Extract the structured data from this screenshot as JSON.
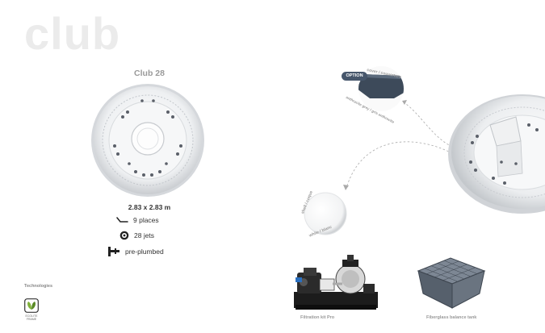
{
  "brand": {
    "title": "club"
  },
  "product": {
    "name": "Club 28",
    "dimensions": "2.83 x 2.83 m",
    "specs": [
      {
        "icon": "seat-icon",
        "text": "9 places"
      },
      {
        "icon": "jet-icon",
        "text": "28 jets"
      },
      {
        "icon": "plumbing-icon",
        "text": "pre-plumbed"
      }
    ]
  },
  "option": {
    "badge": "OPTION",
    "cover_label": "cover / couverture",
    "cover_color_label": "anthracite grey / gris anthracite"
  },
  "shell": {
    "label": "shell / coque",
    "color_label": "white / blanc"
  },
  "accessories": [
    {
      "caption": "Filtration kit Pro"
    },
    {
      "caption": "Fiberglass balance tank"
    }
  ],
  "technologies": {
    "label": "Technologies",
    "logo_caption_line1": "ECOLITE",
    "logo_caption_line2": "FRAME"
  },
  "colors": {
    "shell_white": "#ffffff",
    "cover_grey": "#3d4a5a",
    "badge": "#46566b",
    "brand_watermark": "#ebebeb",
    "eco_green": "#7fb13a"
  }
}
